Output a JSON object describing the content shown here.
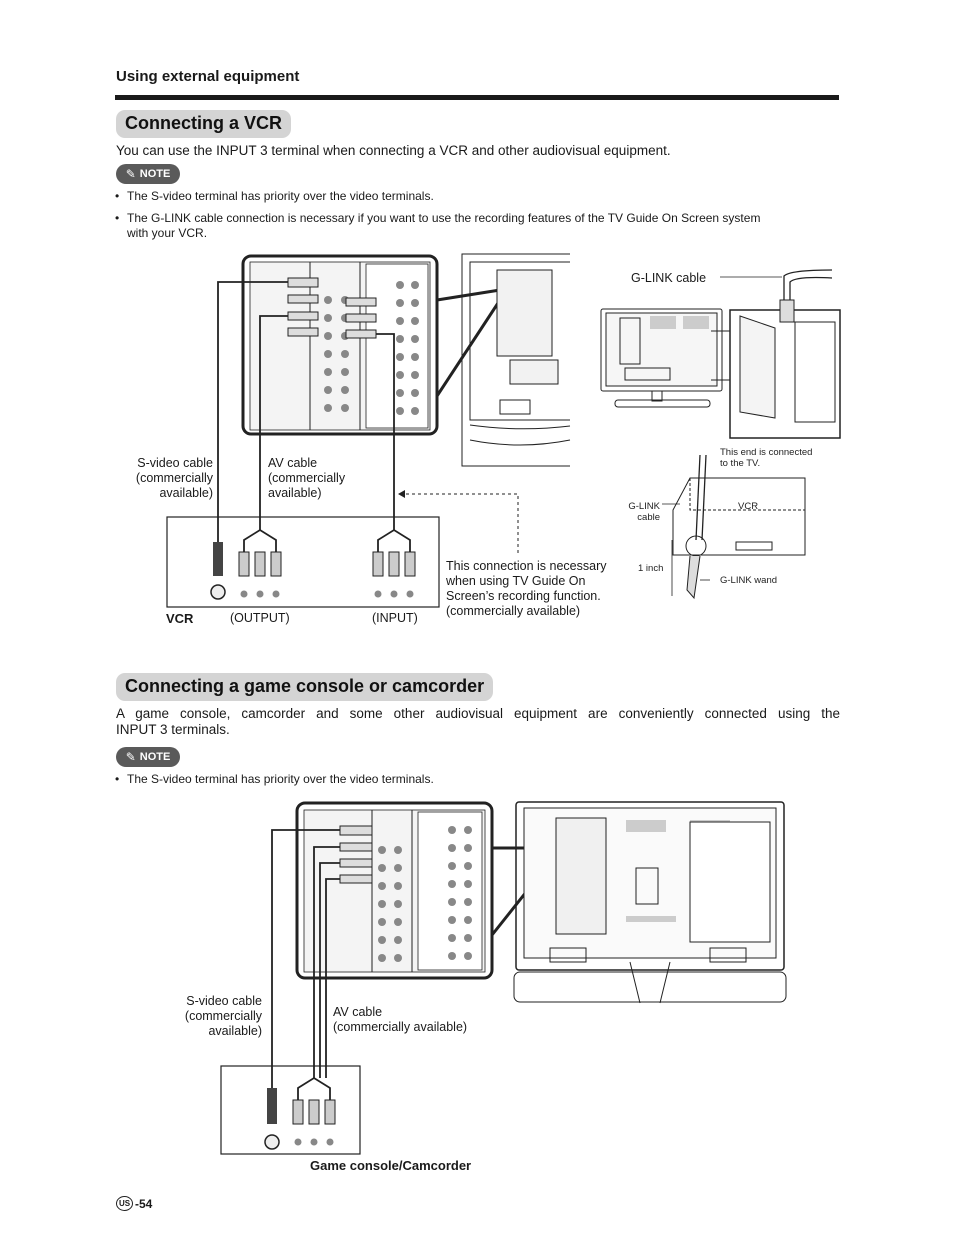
{
  "header": {
    "section": "Using external equipment"
  },
  "vcr_section": {
    "title": "Connecting a VCR",
    "intro": "You can use the INPUT 3 terminal when connecting a VCR and other audiovisual equipment.",
    "note_label": "NOTE",
    "notes": [
      "The S-video terminal has priority over the video terminals.",
      "The G-LINK cable connection is necessary if you want to use the recording features of the TV Guide On Screen system",
      "with your VCR."
    ],
    "diagram": {
      "s_video_cable": [
        "S-video cable",
        "(commercially",
        "available)"
      ],
      "av_cable": [
        "AV cable",
        "(commercially",
        "available)"
      ],
      "device": "VCR",
      "output": "(OUTPUT)",
      "input": "(INPUT)",
      "connection_note": [
        "This connection is necessary",
        "when using TV Guide On",
        "Screen’s recording function.",
        "(commercially available)"
      ],
      "glink_cable": "G-LINK cable",
      "end_connected": [
        "This end is connected",
        "to the TV."
      ],
      "glink_cable_small": [
        "G-LINK",
        "cable"
      ],
      "vcr_small": "VCR",
      "one_inch": "1 inch",
      "glink_wand": "G-LINK wand"
    }
  },
  "game_section": {
    "title": "Connecting a game console or camcorder",
    "intro_line1": "A game console, camcorder and some other audiovisual equipment are conveniently connected using the",
    "intro_line2": "INPUT 3 terminals.",
    "note_label": "NOTE",
    "notes": [
      "The S-video terminal has priority over the video terminals."
    ],
    "diagram": {
      "s_video_cable": [
        "S-video cable",
        "(commercially",
        "available)"
      ],
      "av_cable": [
        "AV cable",
        "(commercially available)"
      ],
      "device": "Game console/Camcorder"
    }
  },
  "footer": {
    "region_badge": "US",
    "page_number": "-54"
  }
}
